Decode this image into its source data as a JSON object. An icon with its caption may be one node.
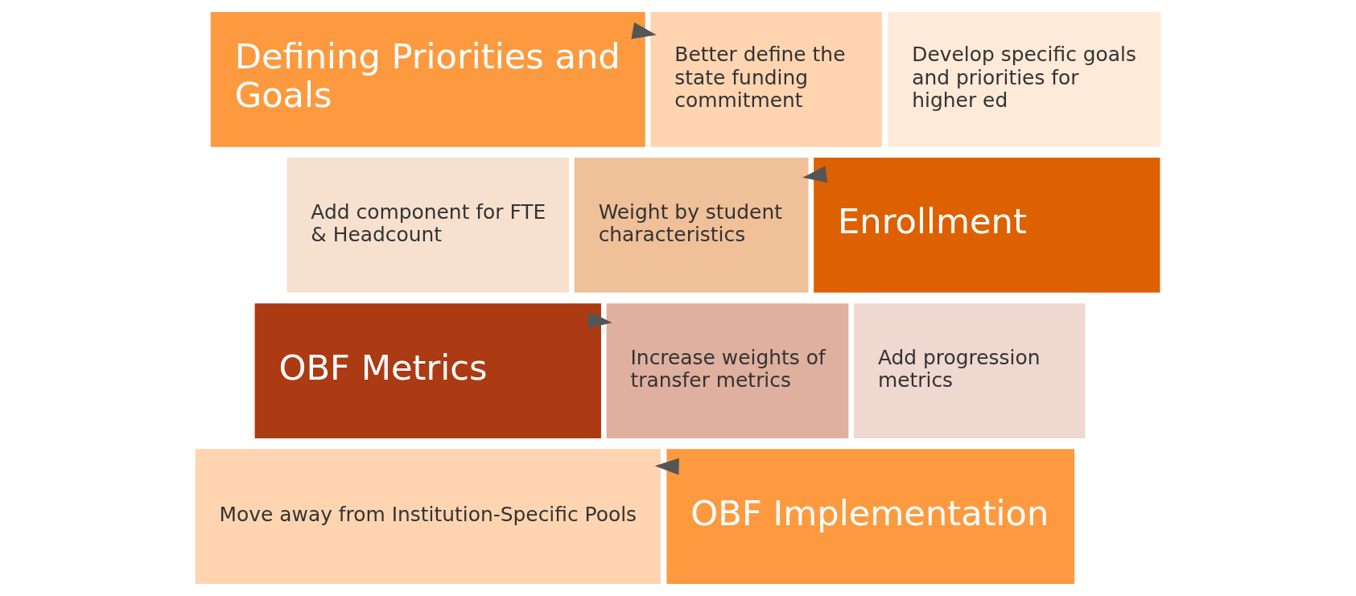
{
  "diagram": {
    "nodes": [
      {
        "text": [
          "Defining Priorities and Goals"
        ]
      },
      {
        "text": [
          "Better define the state funding commitment"
        ]
      },
      {
        "text": [
          "Develop specific goals and priorities for higher ed"
        ]
      },
      {
        "text": [
          "Add component for FTE & Headcount"
        ]
      },
      {
        "text": [
          "Weight by student characteristics"
        ]
      },
      {
        "text": [
          "Enrollment"
        ]
      },
      {
        "text": [
          "OBF Metrics"
        ]
      },
      {
        "text": [
          "Increase weights of transfer metrics"
        ]
      },
      {
        "text": [
          "Add progression metrics"
        ]
      },
      {
        "text": [
          "Move away from Institution-Specific Pools"
        ]
      },
      {
        "text": [
          "OBF Implementation"
        ]
      }
    ],
    "edges": [
      {
        "from": 0,
        "to": 1,
        "arrow": "to"
      },
      {
        "from": 5,
        "to": 4,
        "arrow": "to"
      },
      {
        "from": 6,
        "to": 7,
        "arrow": "to"
      },
      {
        "from": 10,
        "to": 9,
        "arrow": "to"
      }
    ]
  }
}
